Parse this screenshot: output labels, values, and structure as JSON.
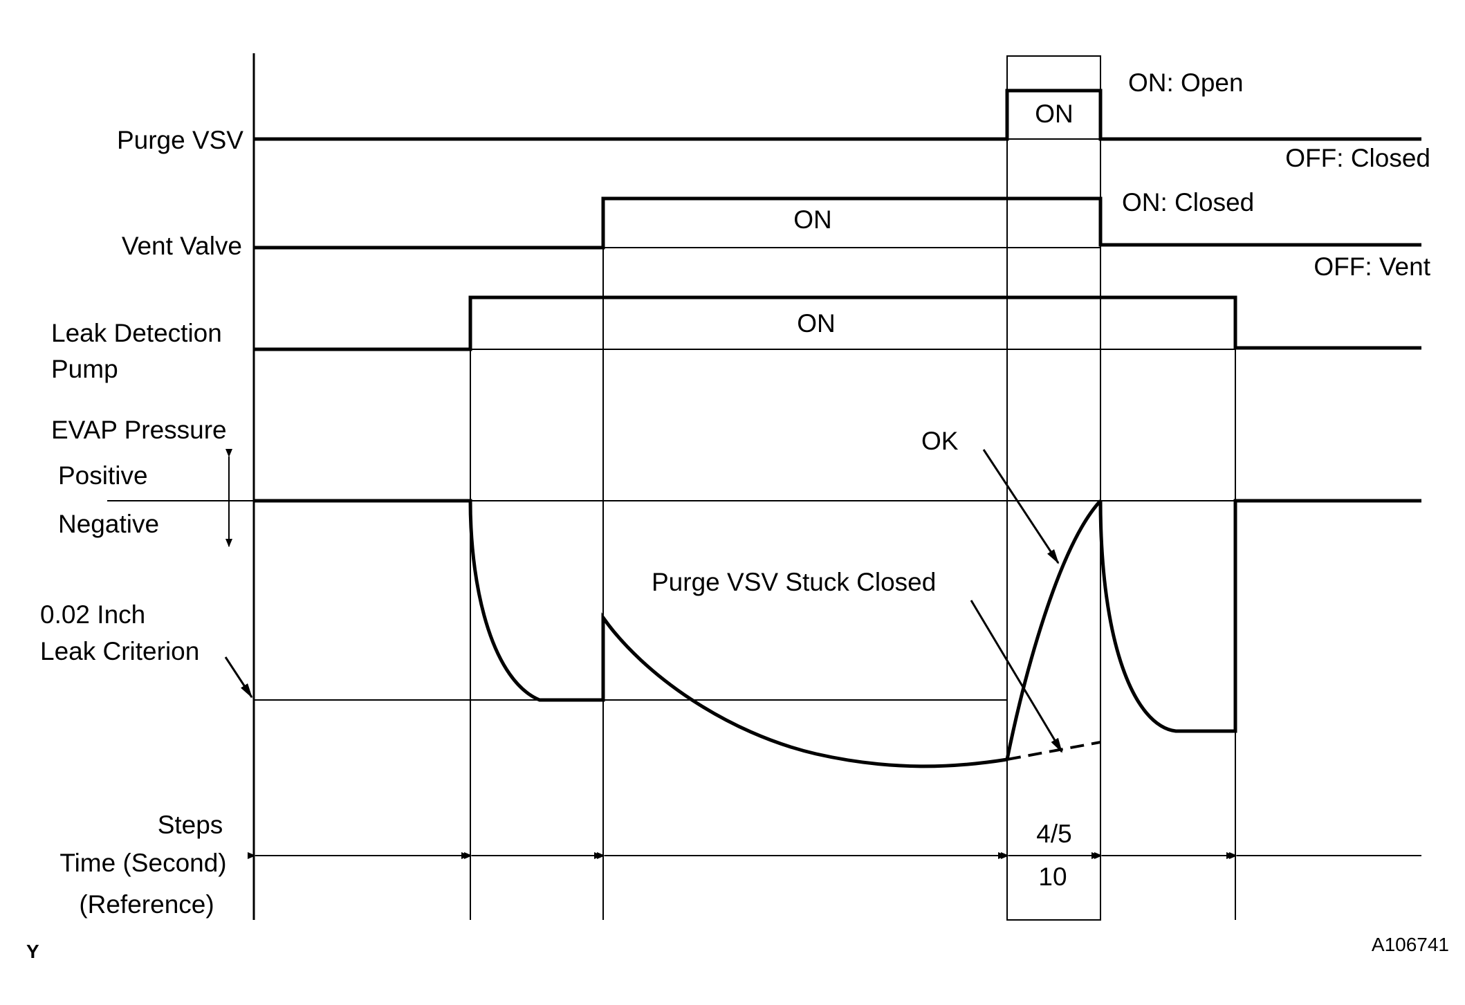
{
  "labels": {
    "purge_vsv": "Purge VSV",
    "vent_valve": "Vent Valve",
    "pump_line1": "Leak Detection",
    "pump_line2": "Pump",
    "evap_pressure": "EVAP Pressure",
    "positive": "Positive",
    "negative": "Negative",
    "criterion_line1": "0.02 Inch",
    "criterion_line2": "Leak Criterion",
    "steps": "Steps",
    "time": "Time (Second)",
    "reference": "(Reference)"
  },
  "states": {
    "purge_on": "ON",
    "vent_on": "ON",
    "pump_on": "ON",
    "purge_on_meaning": "ON: Open",
    "purge_off_meaning": "OFF: Closed",
    "vent_on_meaning": "ON: Closed",
    "vent_off_meaning": "OFF: Vent"
  },
  "annotations": {
    "ok": "OK",
    "stuck_closed": "Purge VSV Stuck Closed"
  },
  "step": {
    "number": "4/5",
    "time": "10"
  },
  "footer": {
    "corner_mark": "Y",
    "figure_code": "A106741"
  }
}
